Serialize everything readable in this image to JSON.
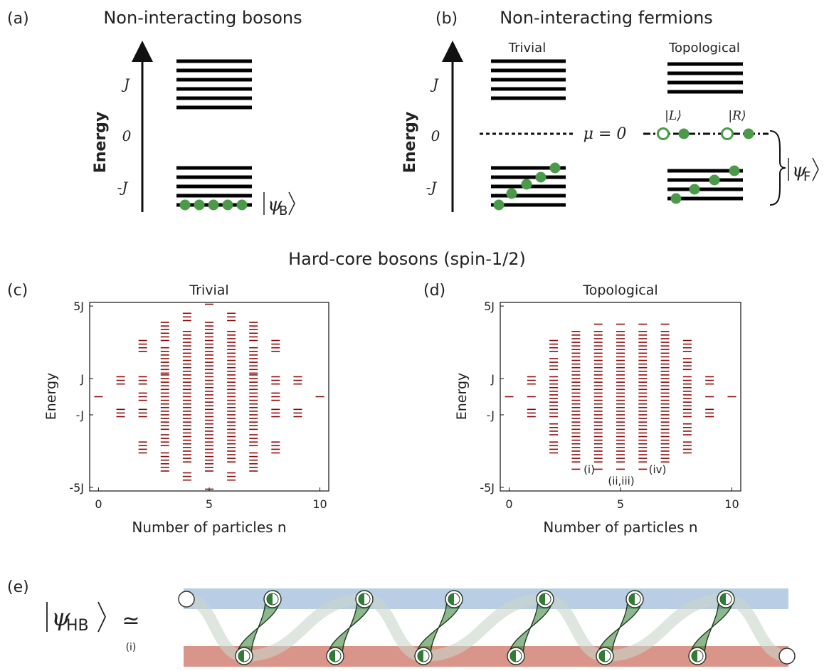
{
  "panel_a": {
    "tag": "(a)",
    "title": "Non-interacting bosons",
    "ylabel": "Energy",
    "ticks": [
      "J",
      "0",
      "-J"
    ],
    "state_label": "ψ",
    "state_sub": "B"
  },
  "panel_b": {
    "tag": "(b)",
    "title": "Non-interacting fermions",
    "ylabel": "Energy",
    "ticks": [
      "J",
      "0",
      "-J"
    ],
    "trivial_label": "Trivial",
    "topological_label": "Topological",
    "mu_label": "μ = 0",
    "left_label": "|L⟩",
    "right_label": "|R⟩",
    "state_label": "ψ",
    "state_sub": "F"
  },
  "middle_title": "Hard-core bosons (spin-1/2)",
  "panel_c": {
    "tag": "(c)"
  },
  "panel_d": {
    "tag": "(d)",
    "annotations": [
      "(i)",
      "(ii,iii)",
      "(iv)"
    ]
  },
  "panel_e": {
    "tag": "(e)",
    "state_label": "ψ",
    "state_sub": "HB",
    "approx": "≃",
    "approx_sub": "(i)"
  },
  "colors": {
    "level": "#000000",
    "particle": "#4a9a4a",
    "spectrum": "#8b0a0a",
    "blue_band": "#b9cde4",
    "red_band": "#d9958a",
    "link": "#2f7d32"
  },
  "chart_data": [
    {
      "type": "scatter",
      "marker": "horizontal-dash",
      "title": "Trivial",
      "xlabel": "Number of particles n",
      "ylabel": "Energy",
      "xlim": [
        -0.4,
        10.4
      ],
      "ylim": [
        -5.2,
        5.2
      ],
      "xticks": [
        "0",
        "5",
        "10"
      ],
      "yticks": [
        "5J",
        "J",
        "-J",
        "-5J"
      ],
      "series": [
        {
          "values": [
            {
              "n": 0,
              "levels": [
                0
              ]
            },
            {
              "n": 1,
              "levels": [
                1.1,
                0.9,
                0.7,
                -0.7,
                -0.9,
                -1.1
              ]
            },
            {
              "n": 2,
              "levels": [
                3.1,
                2.9,
                2.7,
                2.5,
                1.1,
                0.9,
                0.7,
                0.2,
                0.0,
                -0.2,
                -0.7,
                -0.9,
                -1.1,
                -2.5,
                -2.7,
                -2.9,
                -3.1
              ]
            },
            {
              "n": 3,
              "levels": [
                4.1,
                3.9,
                3.7,
                3.5,
                3.3,
                3.1,
                2.7,
                2.5,
                2.3,
                2.1,
                1.9,
                1.7,
                1.5,
                1.3,
                1.2,
                1.0,
                0.8,
                0.6,
                0.4,
                0.2,
                0.0,
                -0.2,
                -0.4,
                -0.6,
                -0.8,
                -1.0,
                -1.2,
                -1.4,
                -1.6,
                -1.8,
                -2.1,
                -2.3,
                -2.5,
                -2.7,
                -3.1,
                -3.3,
                -3.5,
                -3.7,
                -3.9,
                -4.1
              ]
            },
            {
              "n": 4,
              "levels": [
                4.6,
                4.4,
                4.2,
                3.6,
                3.4,
                3.2,
                3.0,
                2.8,
                2.6,
                2.4,
                2.2,
                2.0,
                1.8,
                1.6,
                1.4,
                1.2,
                1.0,
                0.8,
                0.6,
                0.4,
                0.2,
                0.0,
                -0.2,
                -0.4,
                -0.6,
                -0.8,
                -1.0,
                -1.2,
                -1.4,
                -1.6,
                -1.8,
                -2.0,
                -2.2,
                -2.4,
                -2.6,
                -2.8,
                -3.0,
                -3.2,
                -3.4,
                -3.6,
                -4.2,
                -4.4,
                -4.6
              ]
            },
            {
              "n": 5,
              "levels": [
                5.1,
                4.1,
                3.9,
                3.7,
                3.5,
                3.3,
                3.1,
                2.9,
                2.7,
                2.5,
                2.3,
                2.1,
                1.9,
                1.7,
                1.5,
                1.3,
                1.1,
                0.9,
                0.7,
                0.5,
                0.3,
                0.1,
                -0.1,
                -0.3,
                -0.5,
                -0.7,
                -0.9,
                -1.1,
                -1.3,
                -1.5,
                -1.7,
                -1.9,
                -2.1,
                -2.3,
                -2.5,
                -2.7,
                -2.9,
                -3.1,
                -3.3,
                -3.5,
                -3.7,
                -3.9,
                -4.1,
                -5.1
              ]
            },
            {
              "n": 6,
              "levels": [
                4.6,
                4.4,
                4.2,
                3.6,
                3.4,
                3.2,
                3.0,
                2.8,
                2.6,
                2.4,
                2.2,
                2.0,
                1.8,
                1.6,
                1.4,
                1.2,
                1.0,
                0.8,
                0.6,
                0.4,
                0.2,
                0.0,
                -0.2,
                -0.4,
                -0.6,
                -0.8,
                -1.0,
                -1.2,
                -1.4,
                -1.6,
                -1.8,
                -2.0,
                -2.2,
                -2.4,
                -2.6,
                -2.8,
                -3.0,
                -3.2,
                -3.4,
                -3.6,
                -4.2,
                -4.4,
                -4.6
              ]
            },
            {
              "n": 7,
              "levels": [
                4.1,
                3.9,
                3.7,
                3.5,
                3.3,
                3.1,
                2.7,
                2.5,
                2.3,
                2.1,
                1.9,
                1.7,
                1.5,
                1.3,
                1.2,
                1.0,
                0.8,
                0.6,
                0.4,
                0.2,
                0.0,
                -0.2,
                -0.4,
                -0.6,
                -0.8,
                -1.0,
                -1.2,
                -1.4,
                -1.6,
                -1.8,
                -2.1,
                -2.3,
                -2.5,
                -2.7,
                -3.1,
                -3.3,
                -3.5,
                -3.7,
                -3.9,
                -4.1
              ]
            },
            {
              "n": 8,
              "levels": [
                3.1,
                2.9,
                2.7,
                2.5,
                1.1,
                0.9,
                0.7,
                0.2,
                0.0,
                -0.2,
                -0.7,
                -0.9,
                -1.1,
                -2.5,
                -2.7,
                -2.9,
                -3.1
              ]
            },
            {
              "n": 9,
              "levels": [
                1.1,
                0.9,
                0.7,
                -0.7,
                -0.9,
                -1.1
              ]
            },
            {
              "n": 10,
              "levels": [
                0
              ]
            }
          ]
        }
      ]
    },
    {
      "type": "scatter",
      "marker": "horizontal-dash",
      "title": "Topological",
      "xlabel": "Number of particles n",
      "ylabel": "Energy",
      "xlim": [
        -0.4,
        10.4
      ],
      "ylim": [
        -5.2,
        5.2
      ],
      "xticks": [
        "0",
        "5",
        "10"
      ],
      "yticks": [
        "5J",
        "J",
        "-J",
        "-5J"
      ],
      "series": [
        {
          "values": [
            {
              "n": 0,
              "levels": [
                0
              ]
            },
            {
              "n": 1,
              "levels": [
                1.1,
                0.9,
                0.7,
                0.0,
                -0.7,
                -0.9,
                -1.1
              ]
            },
            {
              "n": 2,
              "levels": [
                3.1,
                2.9,
                2.7,
                2.5,
                2.1,
                1.9,
                1.7,
                1.5,
                1.1,
                0.9,
                0.7,
                0.5,
                0.3,
                0.1,
                -0.1,
                -0.3,
                -0.5,
                -0.7,
                -0.9,
                -1.1,
                -1.5,
                -1.7,
                -1.9,
                -2.1,
                -2.5,
                -2.7,
                -2.9,
                -3.1
              ]
            },
            {
              "n": 3,
              "levels": [
                3.6,
                3.4,
                3.2,
                3.0,
                2.8,
                2.6,
                2.4,
                2.2,
                2.0,
                1.8,
                1.6,
                1.4,
                1.2,
                1.0,
                0.8,
                0.6,
                0.4,
                0.2,
                0.0,
                -0.2,
                -0.4,
                -0.6,
                -0.8,
                -1.0,
                -1.2,
                -1.4,
                -1.6,
                -1.8,
                -2.0,
                -2.2,
                -2.4,
                -2.6,
                -2.8,
                -3.0,
                -3.2,
                -3.4,
                -3.6,
                -4.0
              ]
            },
            {
              "n": 4,
              "levels": [
                4.0,
                3.6,
                3.4,
                3.2,
                3.0,
                2.8,
                2.6,
                2.4,
                2.2,
                2.0,
                1.8,
                1.6,
                1.4,
                1.2,
                1.0,
                0.8,
                0.6,
                0.4,
                0.2,
                0.0,
                -0.2,
                -0.4,
                -0.6,
                -0.8,
                -1.0,
                -1.2,
                -1.4,
                -1.6,
                -1.8,
                -2.0,
                -2.2,
                -2.4,
                -2.6,
                -2.8,
                -3.0,
                -3.2,
                -3.4,
                -3.6,
                -4.0
              ]
            },
            {
              "n": 5,
              "levels": [
                4.0,
                3.6,
                3.4,
                3.2,
                3.0,
                2.8,
                2.6,
                2.4,
                2.2,
                2.0,
                1.8,
                1.6,
                1.4,
                1.2,
                1.0,
                0.8,
                0.6,
                0.4,
                0.2,
                0.0,
                -0.2,
                -0.4,
                -0.6,
                -0.8,
                -1.0,
                -1.2,
                -1.4,
                -1.6,
                -1.8,
                -2.0,
                -2.2,
                -2.4,
                -2.6,
                -2.8,
                -3.0,
                -3.2,
                -3.4,
                -3.6,
                -4.0
              ]
            },
            {
              "n": 6,
              "levels": [
                4.0,
                3.6,
                3.4,
                3.2,
                3.0,
                2.8,
                2.6,
                2.4,
                2.2,
                2.0,
                1.8,
                1.6,
                1.4,
                1.2,
                1.0,
                0.8,
                0.6,
                0.4,
                0.2,
                0.0,
                -0.2,
                -0.4,
                -0.6,
                -0.8,
                -1.0,
                -1.2,
                -1.4,
                -1.6,
                -1.8,
                -2.0,
                -2.2,
                -2.4,
                -2.6,
                -2.8,
                -3.0,
                -3.2,
                -3.4,
                -3.6,
                -4.0
              ]
            },
            {
              "n": 7,
              "levels": [
                4.0,
                3.6,
                3.4,
                3.2,
                3.0,
                2.8,
                2.6,
                2.4,
                2.2,
                2.0,
                1.8,
                1.6,
                1.4,
                1.2,
                1.0,
                0.8,
                0.6,
                0.4,
                0.2,
                0.0,
                -0.2,
                -0.4,
                -0.6,
                -0.8,
                -1.0,
                -1.2,
                -1.4,
                -1.6,
                -1.8,
                -2.0,
                -2.2,
                -2.4,
                -2.6,
                -2.8,
                -3.0,
                -3.2,
                -3.4,
                -3.6
              ]
            },
            {
              "n": 8,
              "levels": [
                3.1,
                2.9,
                2.7,
                2.5,
                2.1,
                1.9,
                1.7,
                1.5,
                1.1,
                0.9,
                0.7,
                0.5,
                0.3,
                0.1,
                -0.1,
                -0.3,
                -0.5,
                -0.7,
                -0.9,
                -1.1,
                -1.5,
                -1.7,
                -1.9,
                -2.1,
                -2.5,
                -2.7,
                -2.9,
                -3.1
              ]
            },
            {
              "n": 9,
              "levels": [
                1.1,
                0.9,
                0.7,
                0.0,
                -0.7,
                -0.9,
                -1.1
              ]
            },
            {
              "n": 10,
              "levels": [
                0
              ]
            }
          ]
        }
      ]
    }
  ]
}
